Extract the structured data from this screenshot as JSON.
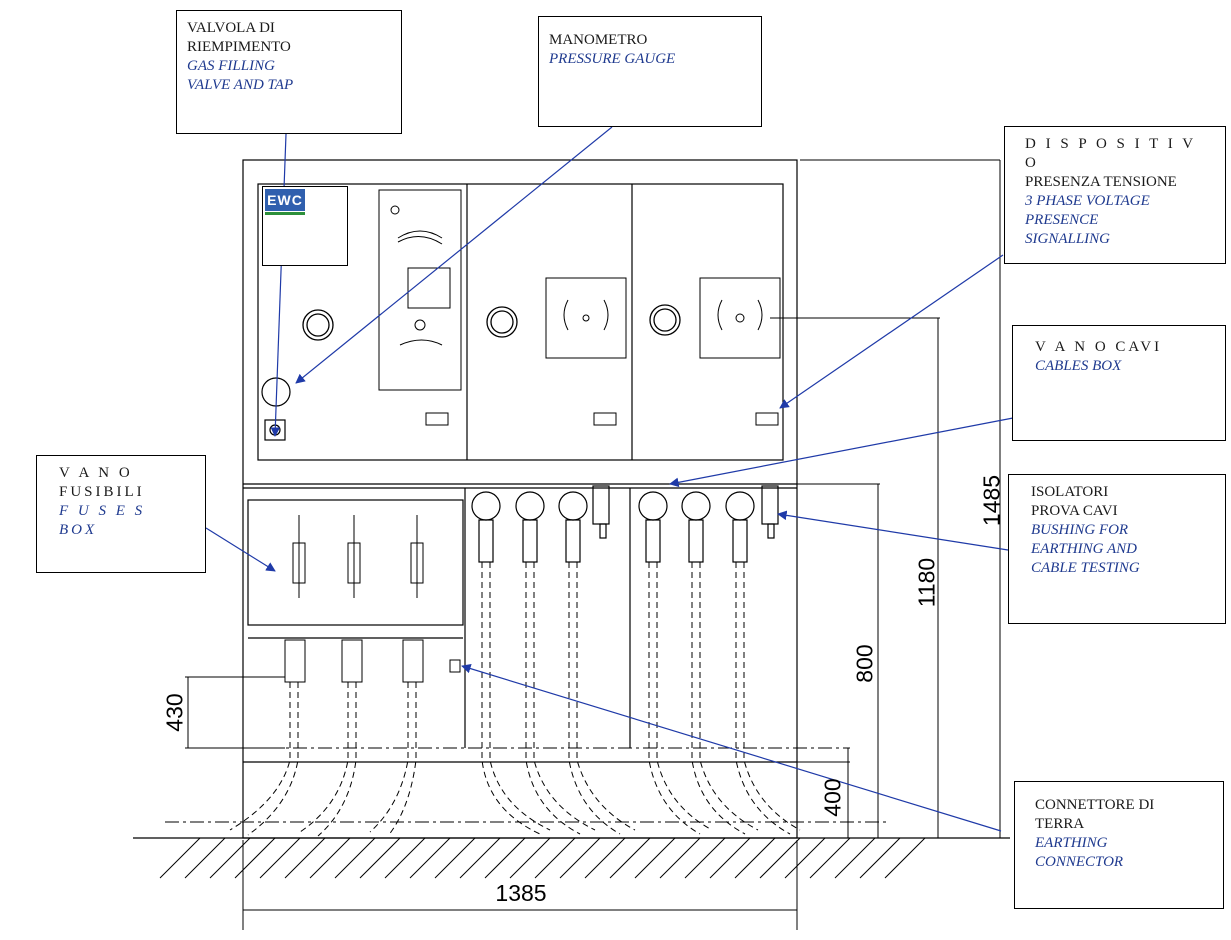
{
  "callouts": {
    "filling_valve": {
      "it": "VALVOLA DI\nRIEMPIMENTO",
      "en": "GAS FILLING\nVALVE AND TAP"
    },
    "pressure_gauge": {
      "it": "MANOMETRO",
      "en": "PRESSURE GAUGE"
    },
    "voltage_device": {
      "it_spaced": "D I S P O S I T I V O",
      "it": "PRESENZA TENSIONE",
      "en": "3 PHASE VOLTAGE\nPRESENCE\nSIGNALLING"
    },
    "cables_box": {
      "it": "V A N O CAVI",
      "en": "CABLES BOX"
    },
    "fuses_box": {
      "it": "V A N O\nFUSIBILI",
      "en": "F U S E S\nBOX"
    },
    "bushing": {
      "it": "ISOLATORI\nPROVA CAVI",
      "en": "BUSHING FOR\nEARTHING AND\nCABLE TESTING"
    },
    "earthing": {
      "it": "CONNETTORE DI\nTERRA",
      "en": "EARTHING\nCONNECTOR"
    }
  },
  "dimensions": {
    "total_height": "1485",
    "compartment_height": "1180",
    "cable_height": "800",
    "fuse_height": "430",
    "base_height": "400",
    "total_width": "1385"
  },
  "logo": {
    "brand": "EWC"
  },
  "colors": {
    "leader": "#1f3aa8",
    "line": "#000000",
    "english_text": "#1f3a8f"
  }
}
